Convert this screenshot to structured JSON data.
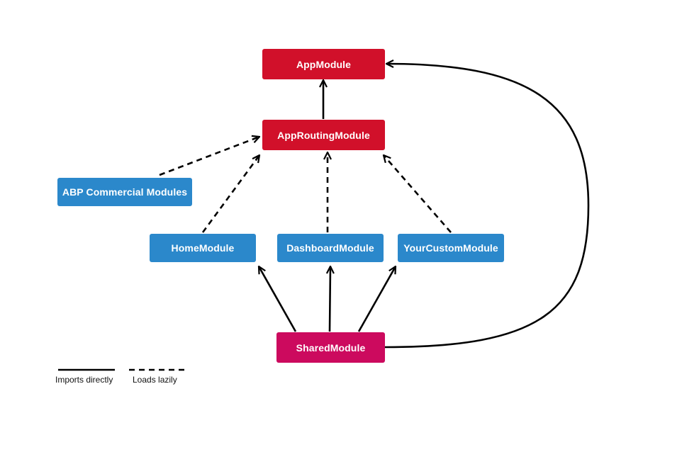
{
  "colors": {
    "core": "#d1102a",
    "feature": "#2b88cb",
    "shared": "#cc0a5e",
    "edge": "#000000"
  },
  "nodes": {
    "app_module": "AppModule",
    "app_routing_module": "AppRoutingModule",
    "abp_commercial_modules": "ABP Commercial Modules",
    "home_module": "HomeModule",
    "dashboard_module": "DashboardModule",
    "your_custom_module": "YourCustomModule",
    "shared_module": "SharedModule"
  },
  "edges": [
    {
      "from": "app_routing_module",
      "to": "app_module",
      "style": "solid"
    },
    {
      "from": "abp_commercial_modules",
      "to": "app_routing_module",
      "style": "dashed"
    },
    {
      "from": "home_module",
      "to": "app_routing_module",
      "style": "dashed"
    },
    {
      "from": "dashboard_module",
      "to": "app_routing_module",
      "style": "dashed"
    },
    {
      "from": "your_custom_module",
      "to": "app_routing_module",
      "style": "dashed"
    },
    {
      "from": "shared_module",
      "to": "home_module",
      "style": "solid"
    },
    {
      "from": "shared_module",
      "to": "dashboard_module",
      "style": "solid"
    },
    {
      "from": "shared_module",
      "to": "your_custom_module",
      "style": "solid"
    },
    {
      "from": "shared_module",
      "to": "app_module",
      "style": "solid"
    }
  ],
  "legend": {
    "solid_label": "Imports directly",
    "dashed_label": "Loads lazily"
  }
}
